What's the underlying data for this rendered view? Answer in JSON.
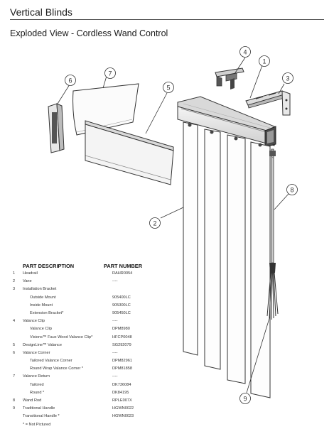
{
  "page": {
    "title": "Vertical Blinds",
    "subtitle": "Exploded View - Cordless Wand Control"
  },
  "callouts": [
    "1",
    "2",
    "3",
    "4",
    "5",
    "6",
    "7",
    "8",
    "9"
  ],
  "parts_table": {
    "header_description": "PART DESCRIPTION",
    "header_part_number": "PART NUMBER",
    "rows": [
      {
        "num": "1",
        "desc": "Headrail",
        "pn": "RAHR0054",
        "sub": false
      },
      {
        "num": "2",
        "desc": "Vane",
        "pn": "----",
        "sub": false
      },
      {
        "num": "3",
        "desc": "Installation Bracket",
        "pn": "",
        "sub": false
      },
      {
        "num": "",
        "desc": "Outside Mount",
        "pn": "905400LC",
        "sub": true
      },
      {
        "num": "",
        "desc": "Inside Mount",
        "pn": "905300LC",
        "sub": true
      },
      {
        "num": "",
        "desc": "Extension Bracket*",
        "pn": "905450LC",
        "sub": true
      },
      {
        "num": "4",
        "desc": "Valance Clip",
        "pn": "----",
        "sub": false
      },
      {
        "num": "",
        "desc": "Valance Clip",
        "pn": "DPM8980",
        "sub": true
      },
      {
        "num": "",
        "desc": "Visions™ Faux Wood Valance Clip*",
        "pn": "HFCP0048",
        "sub": true
      },
      {
        "num": "5",
        "desc": "DesignLine™ Valance",
        "pn": "SG292079",
        "sub": false
      },
      {
        "num": "6",
        "desc": "Valance Corner",
        "pn": "----",
        "sub": false
      },
      {
        "num": "",
        "desc": "Tailored Valance Corner",
        "pn": "DPM82961",
        "sub": true
      },
      {
        "num": "",
        "desc": "Round Wrap Valance Corner *",
        "pn": "DPM81858",
        "sub": true
      },
      {
        "num": "7",
        "desc": "Valance Return",
        "pn": "----",
        "sub": false
      },
      {
        "num": "",
        "desc": "Tailored",
        "pn": "DK736084",
        "sub": true
      },
      {
        "num": "",
        "desc": "Round *",
        "pn": "DK84195",
        "sub": true
      },
      {
        "num": "8",
        "desc": "Wand Rod",
        "pn": "RPLE007X",
        "sub": false
      },
      {
        "num": "9",
        "desc": "Traditional Handle",
        "pn": "HGWN0022",
        "sub": false
      },
      {
        "num": "",
        "desc": "Transitional Handle *",
        "pn": "HGWN0023",
        "sub": false
      }
    ],
    "footnote": "* = Not Pictured"
  }
}
